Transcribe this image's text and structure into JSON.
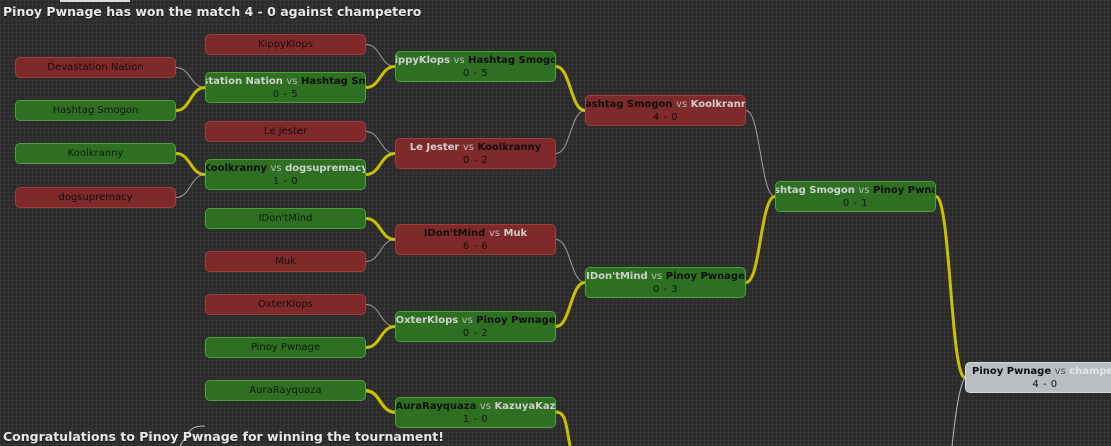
{
  "messages": {
    "top": "Pinoy Pwnage has won the match 4 - 0 against champetero",
    "bottom": "Congratulations to Pinoy Pwnage for winning the tournament!"
  },
  "vs_label": "vs",
  "colors": {
    "loser": "#7e2a2a",
    "winner": "#2f6f22",
    "final": "#b9bec2",
    "win_path": "#c8c000",
    "lose_path": "#bbbbbb"
  },
  "entries": [
    {
      "name": "KippyKlops",
      "status": "loser"
    },
    {
      "name": "Devastation Nation",
      "status": "loser"
    },
    {
      "name": "Hashtag Smogon",
      "status": "winner"
    },
    {
      "name": "Le Jester",
      "status": "loser"
    },
    {
      "name": "Koolkranny",
      "status": "winner"
    },
    {
      "name": "dogsupremacy",
      "status": "loser"
    },
    {
      "name": "IDon'tMind",
      "status": "winner"
    },
    {
      "name": "Muk",
      "status": "loser"
    },
    {
      "name": "OxterKlops",
      "status": "loser"
    },
    {
      "name": "Pinoy Pwnage",
      "status": "winner"
    },
    {
      "name": "AuraRayquaza",
      "status": "winner"
    }
  ],
  "matches": [
    {
      "p1": "Devastation Nation",
      "p2": "Hashtag Smogon",
      "score": "0 - 5",
      "status": "winner",
      "p1_tone": "light",
      "p2_tone": "dark"
    },
    {
      "p1": "Koolkranny",
      "p2": "dogsupremacy",
      "score": "1 - 0",
      "status": "winner",
      "p1_tone": "dark",
      "p2_tone": "light"
    },
    {
      "p1": "KippyKlops",
      "p2": "Hashtag Smogon",
      "score": "0 - 5",
      "status": "winner",
      "p1_tone": "light",
      "p2_tone": "dark"
    },
    {
      "p1": "Le Jester",
      "p2": "Koolkranny",
      "score": "0 - 2",
      "status": "loser",
      "p1_tone": "light",
      "p2_tone": "dark"
    },
    {
      "p1": "IDon'tMind",
      "p2": "Muk",
      "score": "6 - 6",
      "status": "loser",
      "p1_tone": "dark",
      "p2_tone": "light"
    },
    {
      "p1": "OxterKlops",
      "p2": "Pinoy Pwnage",
      "score": "0 - 2",
      "status": "winner",
      "p1_tone": "light",
      "p2_tone": "dark"
    },
    {
      "p1": "AuraRayquaza",
      "p2": "KazuyaKaz",
      "score": "1 - 0",
      "status": "winner",
      "p1_tone": "dark",
      "p2_tone": "light"
    },
    {
      "p1": "Hashtag Smogon",
      "p2": "Koolkranny",
      "score": "4 - 0",
      "status": "loser",
      "p1_tone": "dark",
      "p2_tone": "light"
    },
    {
      "p1": "IDon'tMind",
      "p2": "Pinoy Pwnage",
      "score": "0 - 3",
      "status": "winner",
      "p1_tone": "light",
      "p2_tone": "dark"
    },
    {
      "p1": "Hashtag Smogon",
      "p2": "Pinoy Pwnage",
      "score": "0 - 1",
      "status": "winner",
      "p1_tone": "light",
      "p2_tone": "dark"
    },
    {
      "p1": "Pinoy Pwnage",
      "p2": "champetero",
      "score": "4 - 0",
      "status": "final",
      "p1_tone": "dark",
      "p2_tone": "light"
    }
  ]
}
